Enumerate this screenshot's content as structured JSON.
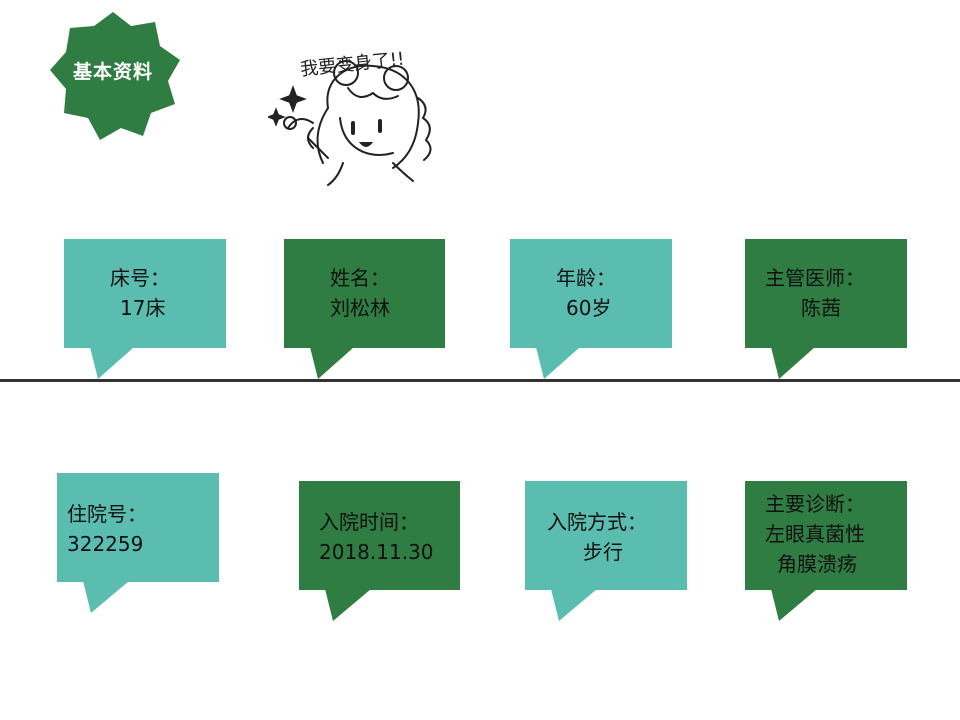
{
  "badge": {
    "label": "基本资料",
    "color": "#2f7d42"
  },
  "cartoon": {
    "caption": "我要变身了!!",
    "icon": "girl-sketch-illustration"
  },
  "colors": {
    "teal": "#5bbcb0",
    "green": "#2f7d42",
    "line": "#333333"
  },
  "cards": {
    "bed": {
      "label": "床号：",
      "value": "17床"
    },
    "name": {
      "label": "姓名：",
      "value": "刘松林"
    },
    "age": {
      "label": "年龄：",
      "value": "60岁"
    },
    "doctor": {
      "label": "主管医师：",
      "value": "陈茜"
    },
    "admission_no": {
      "label": "住院号：",
      "value": "322259"
    },
    "admission_time": {
      "label": "入院时间：",
      "value": "2018.11.30"
    },
    "admission_method": {
      "label": "入院方式：",
      "value": "步行"
    },
    "diagnosis": {
      "label": "主要诊断：",
      "value_line1": "左眼真菌性",
      "value_line2": "角膜溃疡"
    }
  }
}
